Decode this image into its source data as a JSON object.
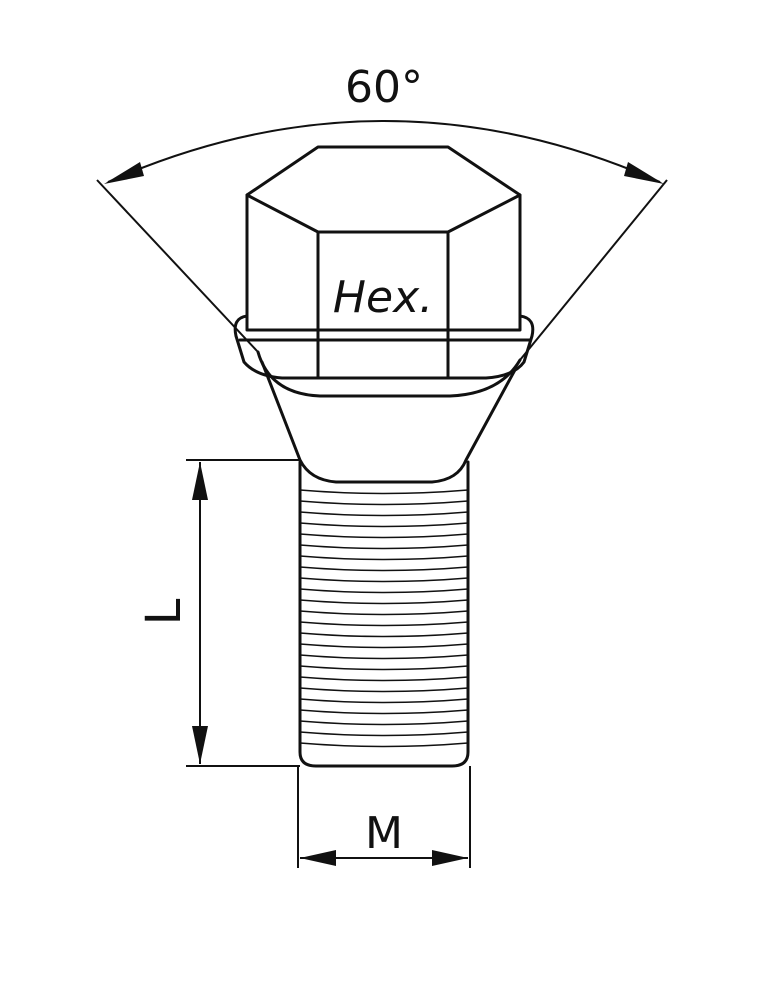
{
  "labels": {
    "angle": "60°",
    "head": "Hex.",
    "length": "L",
    "thread": "M"
  },
  "colors": {
    "line": "#111111",
    "background": "#ffffff"
  }
}
